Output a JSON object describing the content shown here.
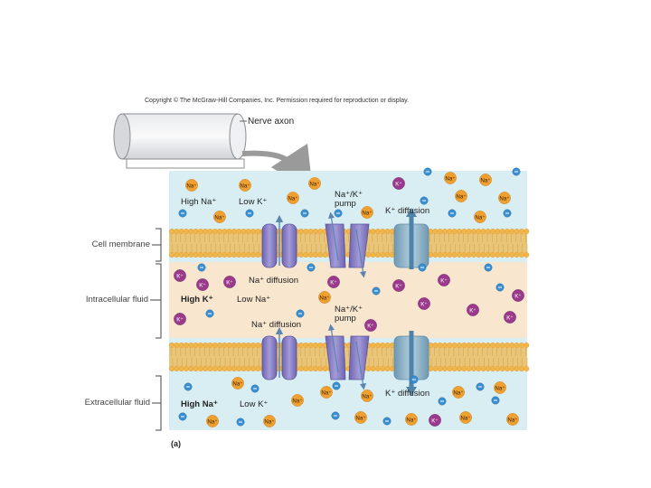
{
  "copyright": "Copyright © The McGraw-Hill Companies, Inc. Permission required for reproduction or display.",
  "axon_label": "Nerve axon",
  "side_labels": {
    "cell_membrane": "Cell membrane",
    "intracellular": "Intracellular fluid",
    "extracellular": "Extracellular fluid"
  },
  "top_region": {
    "high": "High Na⁺",
    "low": "Low K⁺"
  },
  "middle_region": {
    "high": "High K⁺",
    "low": "Low Na⁺"
  },
  "bottom_region": {
    "high": "High Na⁺",
    "low": "Low K⁺"
  },
  "channel_labels": {
    "pump_top": "Na⁺/K⁺\npump",
    "k_diffusion_top": "K⁺ diffusion",
    "na_diffusion_upper": "Na⁺ diffusion",
    "na_diffusion_lower": "Na⁺ diffusion",
    "pump_middle": "Na⁺/K⁺\npump",
    "k_diffusion_bottom": "K⁺ diffusion"
  },
  "ions": {
    "na": "Na⁺",
    "k": "K⁺",
    "minus": "–"
  },
  "colors": {
    "fluid_extracellular": "#d8eef3",
    "fluid_intracellular": "#f8e6cf",
    "membrane_head": "#f2b54a",
    "membrane_tail": "#e9c57a",
    "channel": "#8f86c8",
    "channel_dark": "#6a60aa",
    "k_channel": "#8ab1c6",
    "na_ion": "#f0a030",
    "k_ion": "#9b3a8d",
    "anion": "#3a8fd0"
  },
  "figure_label": "(a)"
}
